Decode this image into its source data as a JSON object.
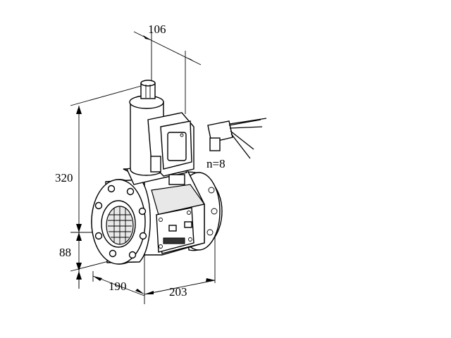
{
  "dimensions": {
    "top_width": "106",
    "height_total": "320",
    "height_lower": "88",
    "depth": "190",
    "length": "203",
    "bolt_holes": "n=8"
  },
  "colors": {
    "line": "#000000",
    "background": "#ffffff",
    "shade": "#e8e8e8"
  }
}
